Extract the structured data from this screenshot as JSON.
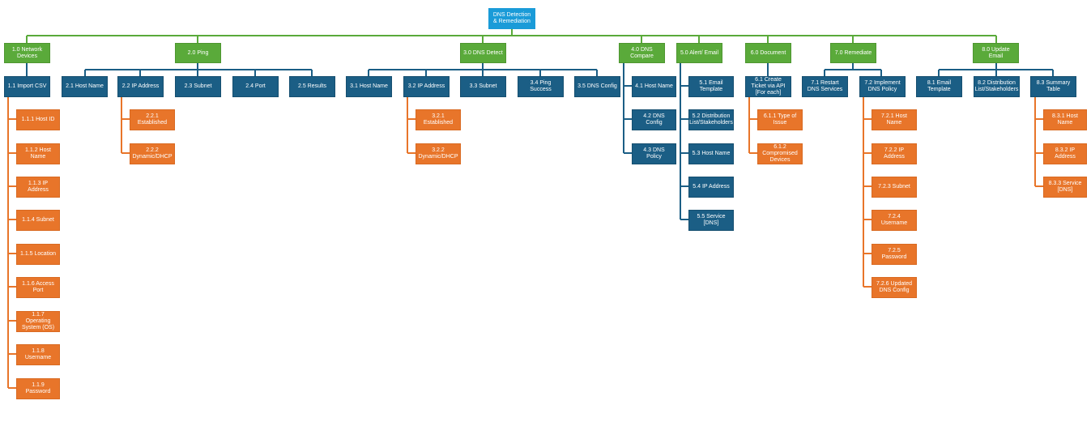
{
  "colors": {
    "root": "#1a9bd8",
    "level1": "#5aaa3a",
    "level2": "#1b5e85",
    "level3": "#e8752a",
    "connector_green": "#5aaa3a",
    "connector_blue": "#1b5e85",
    "connector_orange": "#e8752a"
  },
  "root": "DNS Detection & Remediation",
  "level1": {
    "n1": "1.0 Network Devices",
    "n2": "2.0 Ping",
    "n3": "3.0 DNS Detect",
    "n4": "4.0 DNS Compare",
    "n5": "5.0 Alert/ Email",
    "n6": "6.0 Document",
    "n7": "7.0 Remediate",
    "n8": "8.0 Update Email"
  },
  "level2": {
    "n1_1": "1.1 Import CSV",
    "n2_1": "2.1 Host Name",
    "n2_2": "2.2 IP Address",
    "n2_3": "2.3 Subnet",
    "n2_4": "2.4 Port",
    "n2_5": "2.5 Results",
    "n3_1": "3.1 Host Name",
    "n3_2": "3.2 IP Address",
    "n3_3": "3.3 Subnet",
    "n3_4": "3.4 Ping Success",
    "n3_5": "3.5 DNS Config",
    "n4_1": "4.1 Host Name",
    "n4_2": "4.2 DNS Config",
    "n4_3": "4.3 DNS Policy",
    "n5_1": "5.1 Email Template",
    "n5_2": "5.2 Distribution List/Stakeholders",
    "n5_3": "5.3 Host Name",
    "n5_4": "5.4 IP Address",
    "n5_5": "5.5 Service [DNS]",
    "n6_1": "6.1 Create Ticket via API [For each]",
    "n7_1": "7.1 Restart DNS Services",
    "n7_2": "7.2 Implement DNS Policy",
    "n8_1": "8.1 Email Template",
    "n8_2": "8.2 Distribution List/Stakeholders",
    "n8_3": "8.3 Summary Table"
  },
  "level3": {
    "n1_1_1": "1.1.1 Host ID",
    "n1_1_2": "1.1.2 Host Name",
    "n1_1_3": "1.1.3 IP Address",
    "n1_1_4": "1.1.4 Subnet",
    "n1_1_5": "1.1.5 Location",
    "n1_1_6": "1.1.6 Access Port",
    "n1_1_7": "1.1.7 Operating System (OS)",
    "n1_1_8": "1.1.8 Username",
    "n1_1_9": "1.1.9 Password",
    "n2_2_1": "2.2.1 Established",
    "n2_2_2": "2.2.2 Dynamic/DHCP",
    "n3_2_1": "3.2.1 Established",
    "n3_2_2": "3.2.2 Dynamic/DHCP",
    "n6_1_1": "6.1.1 Type of Issue",
    "n6_1_2": "6.1.2 Compromised Devices",
    "n7_2_1": "7.2.1 Host Name",
    "n7_2_2": "7.2.2 IP Address",
    "n7_2_3": "7.2.3 Subnet",
    "n7_2_4": "7.2.4 Username",
    "n7_2_5": "7.2.5 Password",
    "n7_2_6": "7.2.6 Updated DNS Config",
    "n8_3_1": "8.3.1 Host Name",
    "n8_3_2": "8.3.2 IP Address",
    "n8_3_3": "8.3.3 Service [DNS]"
  }
}
